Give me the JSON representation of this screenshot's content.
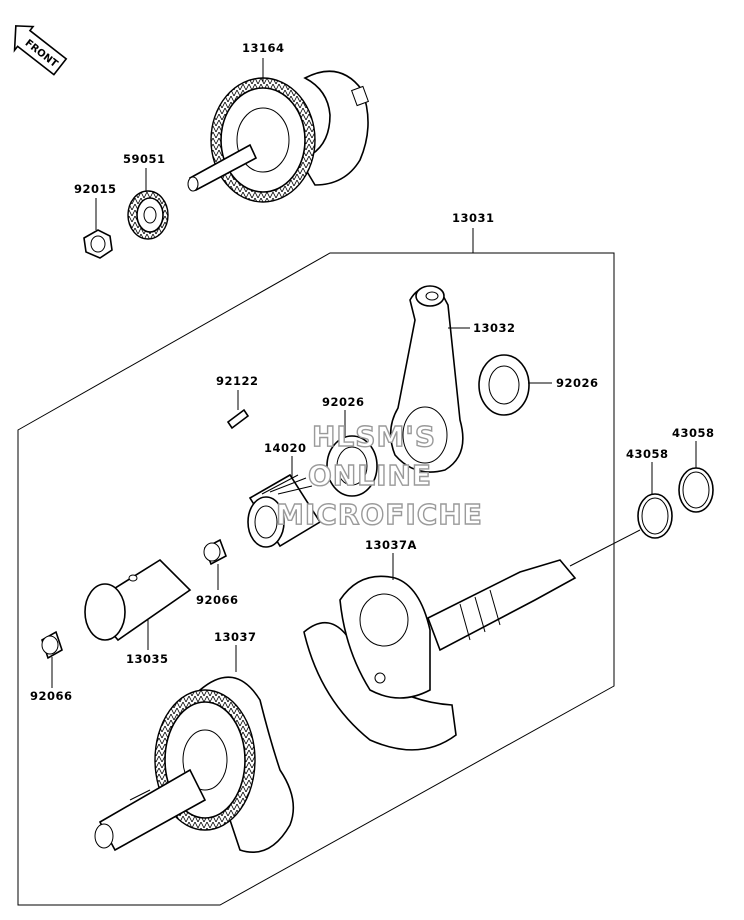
{
  "front_badge": {
    "label": "FRONT"
  },
  "watermark": {
    "line1": "HLSM'S",
    "line2": "ONLINE",
    "line3": "MICROFICHE"
  },
  "parts": [
    {
      "number": "13164"
    },
    {
      "number": "59051"
    },
    {
      "number": "92015"
    },
    {
      "number": "13031"
    },
    {
      "number": "13032"
    },
    {
      "number": "92026"
    },
    {
      "number": "92026"
    },
    {
      "number": "92122"
    },
    {
      "number": "14020"
    },
    {
      "number": "43058"
    },
    {
      "number": "43058"
    },
    {
      "number": "13037A"
    },
    {
      "number": "92066"
    },
    {
      "number": "13035"
    },
    {
      "number": "13037"
    },
    {
      "number": "92066"
    }
  ]
}
